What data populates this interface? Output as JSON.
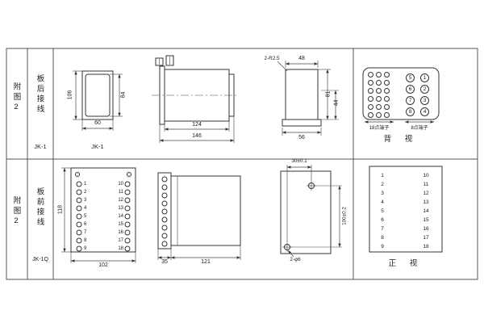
{
  "sheet": {
    "row_back": {
      "fig_label": "附图2",
      "wiring_label": "板后接线",
      "model_label": "JK-1",
      "front_view": {
        "height_dim": "106",
        "width_dim": "60",
        "inner_height_dim": "84",
        "caption": "JK-1"
      },
      "side_view": {
        "body_length_dim": "124",
        "total_length_dim": "146"
      },
      "cutout_view": {
        "corner_note": "2-R2.5",
        "top_width_dim": "48",
        "bottom_width_dim": "56",
        "height_dim": "81",
        "lower_height_dim": "44"
      },
      "back_view": {
        "terminals_18_label": "18点端子",
        "terminals_8_label": "8点端子",
        "terminals_8": [
          "5",
          "1",
          "6",
          "2",
          "7",
          "3",
          "8",
          "4"
        ],
        "caption": "背 视"
      }
    },
    "row_front": {
      "fig_label": "附图2",
      "wiring_label": "板前接线",
      "model_label": "JK-1Q",
      "front_view": {
        "height_dim": "118",
        "width_dim": "102",
        "left_terminals": "1\n2\n3\n4\n5\n6\n7\n8\n9",
        "right_terminals": "10\n11\n12\n13\n14\n15\n16\n17\n18"
      },
      "side_view": {
        "terminal_depth_dim": "35",
        "body_length_dim": "121"
      },
      "drill_view": {
        "hole_offset_dim": "30±0.1",
        "hole_spacing_dim": "100±0.2",
        "holes_note": "2-φ6"
      },
      "front_face": {
        "left_terminals": "1\n2\n3\n4\n5\n6\n7\n8\n9",
        "right_terminals": "10\n11\n12\n13\n14\n15\n16\n17\n18",
        "caption": "正 视"
      }
    }
  }
}
